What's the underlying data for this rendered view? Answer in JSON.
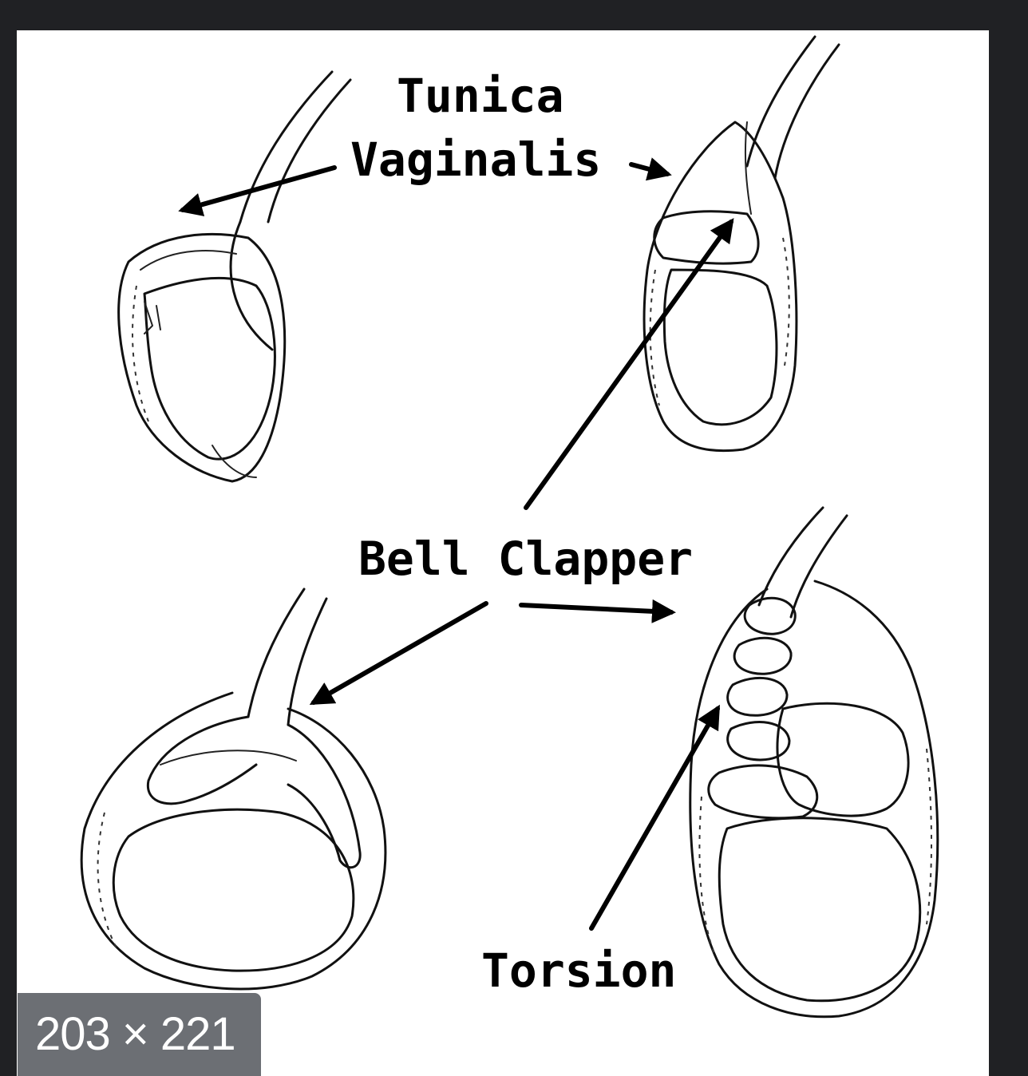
{
  "image": {
    "labels": {
      "tunica_line1": "Tunica",
      "tunica_line2": "Vaginalis",
      "bell_clapper": "Bell Clapper",
      "torsion": "Torsion"
    }
  },
  "badge": {
    "dimensions_text": "203 × 221"
  },
  "colors": {
    "viewer_background": "#202124",
    "image_background": "#ffffff",
    "badge_background": "#5f6368",
    "badge_text": "#ffffff"
  }
}
